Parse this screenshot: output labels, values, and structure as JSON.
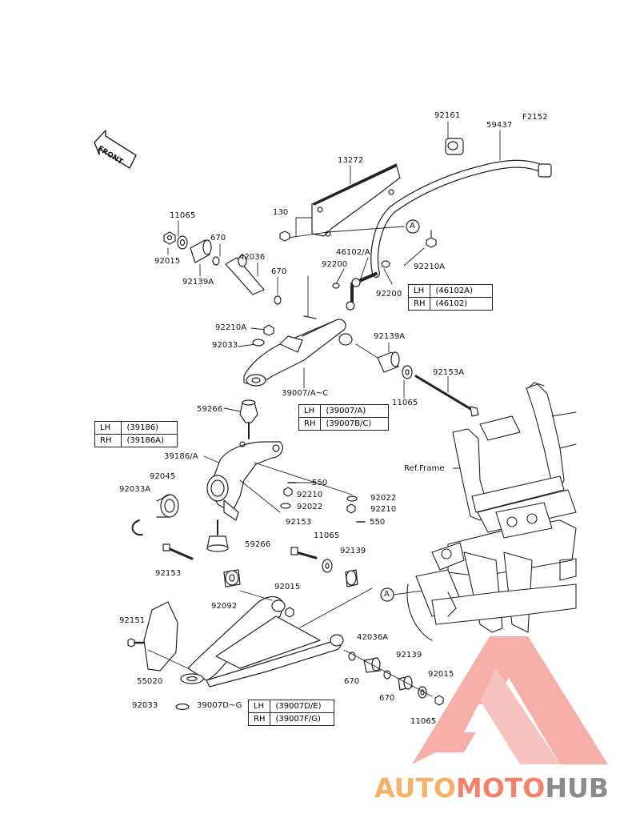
{
  "diagram": {
    "code": "F2152",
    "front_label": "FRONT",
    "ref_frame_label": "Ref.Frame",
    "callout": "A",
    "parts": {
      "p92161": "92161",
      "p59437": "59437",
      "p13272": "13272",
      "p11065_top": "11065",
      "p670_top": "670",
      "p42036": "42036",
      "p670_mid": "670",
      "p130": "130",
      "p46102a": "46102/A",
      "p92200a": "92200",
      "p92200b": "92200",
      "p92210a_top": "92210A",
      "p92015_top": "92015",
      "p92139a_top": "92139A",
      "p92210a_mid": "92210A",
      "p92139a_mid": "92139A",
      "p92033": "92033",
      "p92153a": "92153A",
      "p39007ac": "39007/A~C",
      "p11065_mid": "11065",
      "p59266_top": "59266",
      "p39186a": "39186/A",
      "p550a": "550",
      "p92045": "92045",
      "p92210_a": "92210",
      "p92022_a": "92022",
      "p92033a": "92033A",
      "p92022_b": "92022",
      "p92210_b": "92210",
      "p550b": "550",
      "p92153_right": "92153",
      "p11065_low": "11065",
      "p59266_low": "59266",
      "p92139": "92139",
      "p92153_left": "92153",
      "p92092": "92092",
      "p92015_mid": "92015",
      "p92151": "92151",
      "p42036a": "42036A",
      "p92139_low": "92139",
      "p92015_low": "92015",
      "p55020": "55020",
      "p670_low": "670",
      "p670_low2": "670",
      "p92033_low": "92033",
      "p39007dg": "39007D~G",
      "p11065_bottom": "11065"
    },
    "tables": {
      "t46102": {
        "lh": "LH",
        "lh_val": "(46102A)",
        "rh": "RH",
        "rh_val": "(46102)"
      },
      "t39007ac": {
        "lh": "LH",
        "lh_val": "(39007/A)",
        "rh": "RH",
        "rh_val": "(39007B/C)"
      },
      "t39186": {
        "lh": "LH",
        "lh_val": "(39186)",
        "rh": "RH",
        "rh_val": "(39186A)"
      },
      "t39007dg": {
        "lh": "LH",
        "lh_val": "(39007D/E)",
        "rh": "RH",
        "rh_val": "(39007F/G)"
      }
    }
  },
  "watermark": {
    "part1": "AUTO",
    "part2": "MOTO",
    "part3": "HUB",
    "color1": "#f6b26b",
    "color2": "#f4826b",
    "color3": "#8a8a8a",
    "logo_color": "#f4a09a"
  }
}
